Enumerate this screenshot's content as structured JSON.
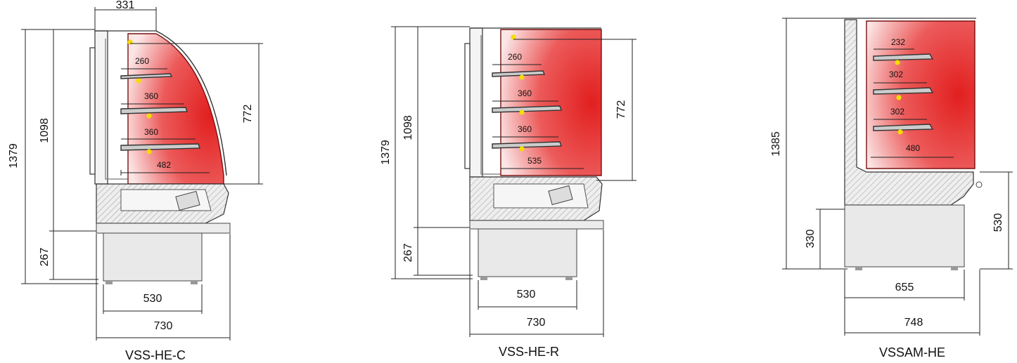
{
  "colors": {
    "heat_zone": "#e21f1f",
    "heat_edge": "#fbe6e6",
    "light": "#f5dc00",
    "base_fill": "#e6e6e6",
    "line": "#333333"
  },
  "units": [
    {
      "title": "VSS-HE-C",
      "dims": {
        "top_depth": "331",
        "total_height": "1379",
        "upper_height": "1098",
        "base_height": "267",
        "display_height": "772",
        "base_width": "530",
        "total_width": "730"
      },
      "shelves": [
        "260",
        "360",
        "360",
        "482"
      ]
    },
    {
      "title": "VSS-HE-R",
      "dims": {
        "total_height": "1379",
        "upper_height": "1098",
        "base_height": "267",
        "display_height": "772",
        "base_width": "530",
        "total_width": "730"
      },
      "shelves": [
        "260",
        "360",
        "360",
        "535"
      ]
    },
    {
      "title": "VSSAM-HE",
      "dims": {
        "total_height": "1385",
        "base_height": "330",
        "right_height": "530",
        "base_width": "655",
        "total_width": "748"
      },
      "shelves": [
        "232",
        "302",
        "302",
        "480"
      ]
    }
  ]
}
